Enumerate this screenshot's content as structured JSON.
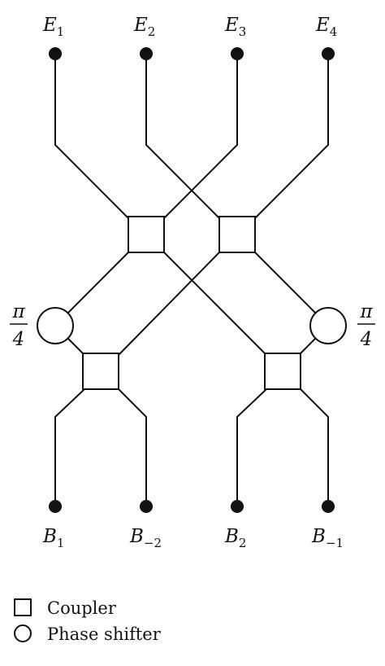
{
  "inputs": [
    {
      "base": "E",
      "sub": "1"
    },
    {
      "base": "E",
      "sub": "2"
    },
    {
      "base": "E",
      "sub": "3"
    },
    {
      "base": "E",
      "sub": "4"
    }
  ],
  "outputs": [
    {
      "base": "B",
      "sub": "1"
    },
    {
      "base": "B",
      "sub": "−2"
    },
    {
      "base": "B",
      "sub": "2"
    },
    {
      "base": "B",
      "sub": "−1"
    }
  ],
  "phase_left": {
    "num": "π",
    "den": "4"
  },
  "phase_right": {
    "num": "π",
    "den": "4"
  },
  "legend": {
    "coupler": "Coupler",
    "phase_shifter": "Phase shifter"
  }
}
